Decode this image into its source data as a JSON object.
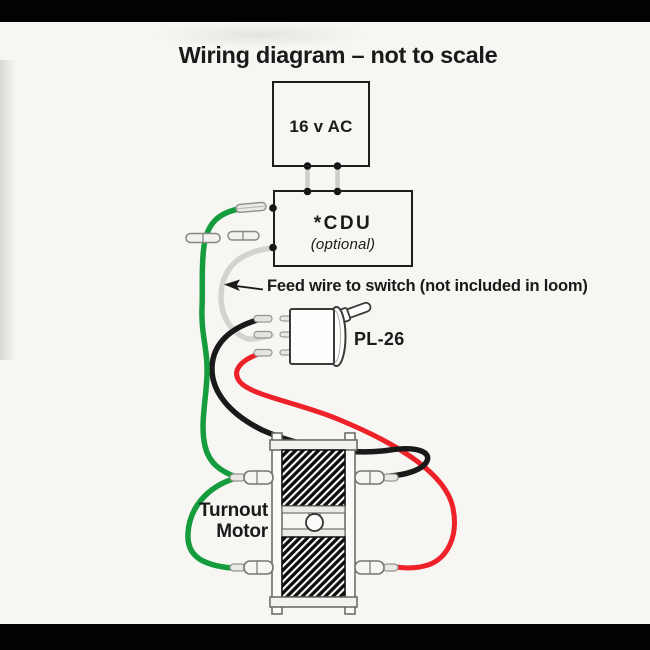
{
  "title": "Wiring diagram – not to scale",
  "power_box": {
    "label": "16 v AC"
  },
  "cdu_box": {
    "label": "*CDU",
    "sublabel": "(optional)"
  },
  "feed_wire_note": "Feed wire to switch (not included in loom)",
  "switch": {
    "label": "PL-26"
  },
  "motor": {
    "label_line1": "Turnout",
    "label_line2": "Motor"
  },
  "colors": {
    "green_wire": "#149c3d",
    "red_wire": "#ee2128",
    "black_wire": "#191919",
    "feed_wire": "#d5d3d0",
    "supply_wire": "#cfcdc9",
    "terminal_dot": "#111111"
  }
}
